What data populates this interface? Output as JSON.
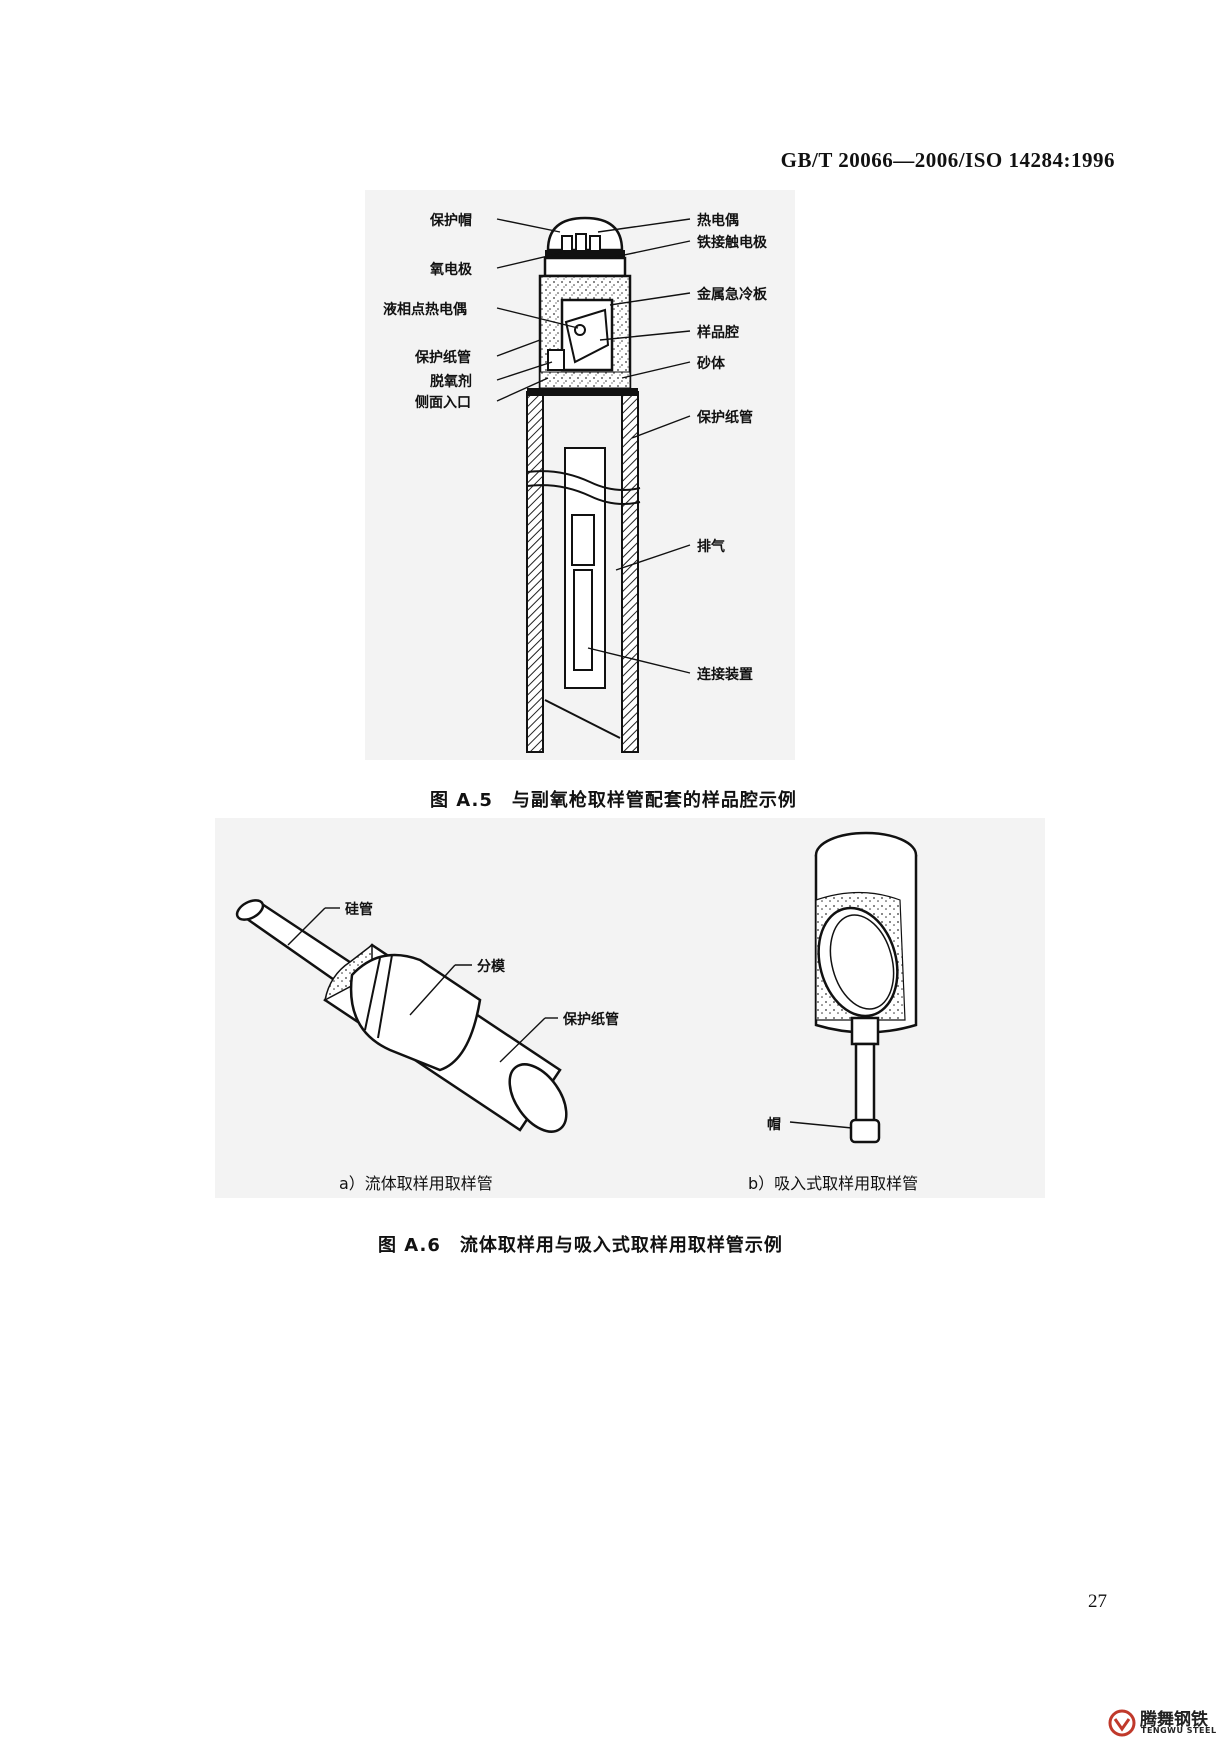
{
  "header": {
    "standard_number": "GB/T 20066—2006/ISO 14284:1996"
  },
  "figure_a5": {
    "caption": "图 A.5　与副氧枪取样管配套的样品腔示例",
    "labels": {
      "protective_cap": "保护帽",
      "oxygen_electrode": "氧电极",
      "liquidus_thermocouple": "液相点热电偶",
      "protective_paper_tube_left": "保护纸管",
      "deoxidizer": "脱氧剂",
      "side_inlet": "侧面入口",
      "thermocouple": "热电偶",
      "iron_contact_electrode": "铁接触电极",
      "metal_chill_plate": "金属急冷板",
      "sample_cavity": "样品腔",
      "sand_body": "砂体",
      "protective_paper_tube_right": "保护纸管",
      "exhaust": "排气",
      "connection_device": "连接装置"
    }
  },
  "figure_a6": {
    "caption": "图 A.6　流体取样用与吸入式取样用取样管示例",
    "sub_a": {
      "caption": "a）流体取样用取样管",
      "labels": {
        "silica_tube": "硅管",
        "split_mould": "分模",
        "protective_paper_tube": "保护纸管"
      }
    },
    "sub_b": {
      "caption": "b）吸入式取样用取样管",
      "labels": {
        "cap": "帽"
      }
    }
  },
  "page_number": "27",
  "watermark": {
    "brand_cn": "腾舞钢铁",
    "brand_en": "TENGWU STEEL",
    "color": "#c0392b"
  }
}
